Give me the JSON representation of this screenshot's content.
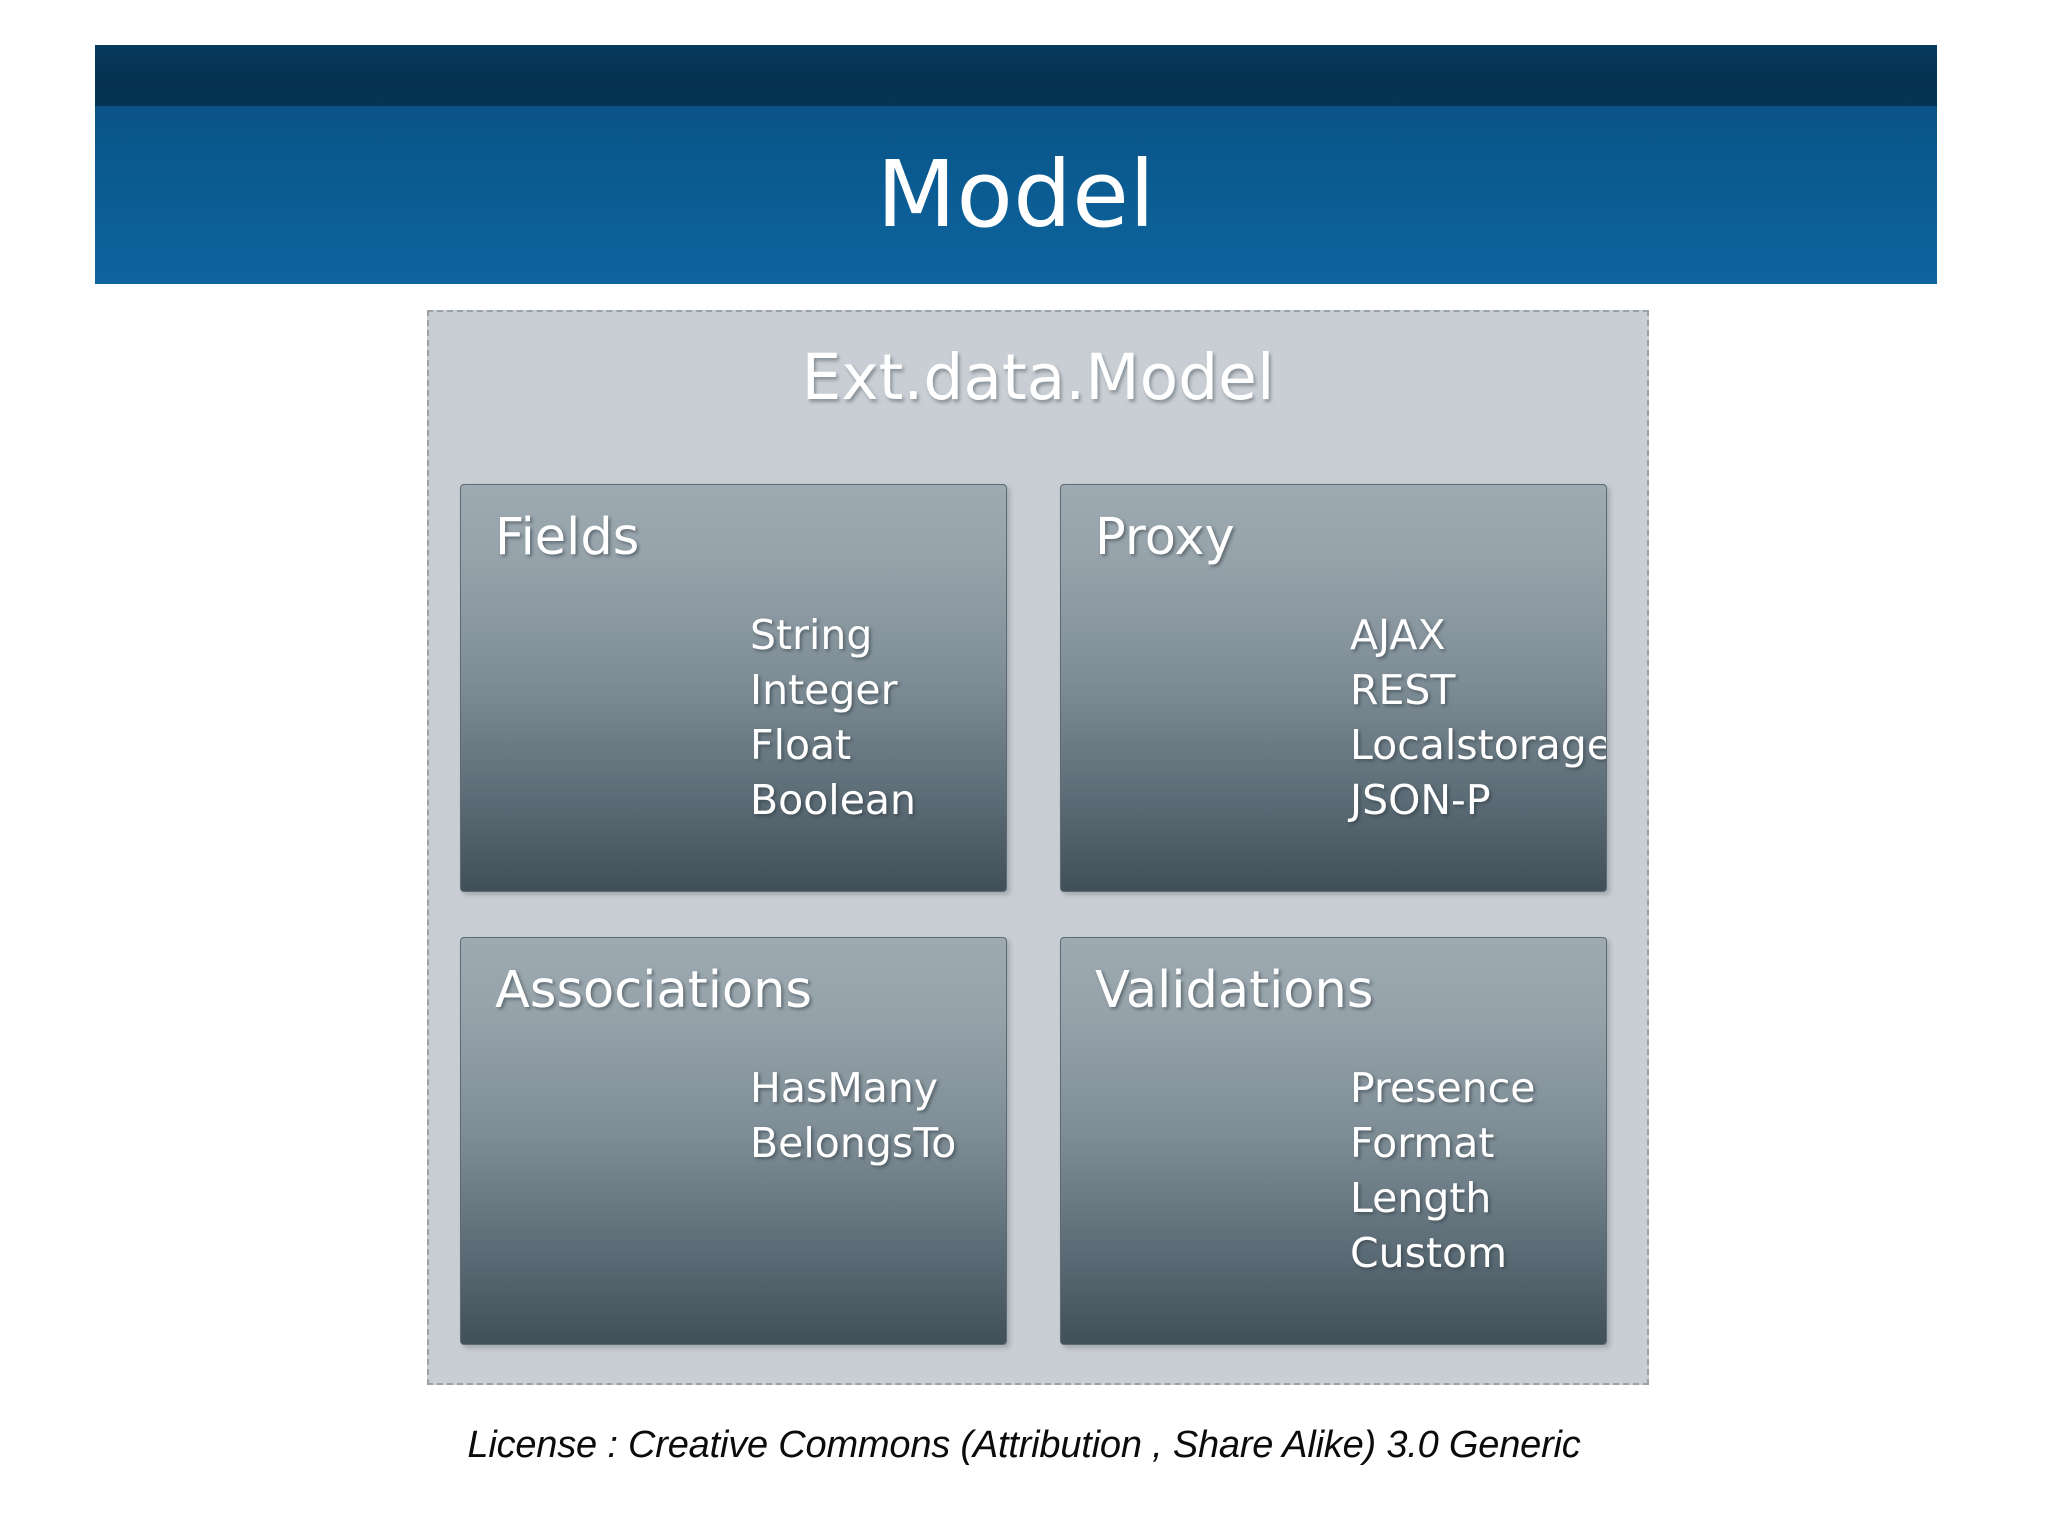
{
  "slide": {
    "title": "Model",
    "license": "License : Creative Commons (Attribution , Share Alike) 3.0 Generic"
  },
  "colors": {
    "header_dark": "#04314f",
    "header_blue": "#0c6199",
    "panel_bg": "#c8ced3",
    "card_top": "#9eaab1",
    "card_bottom": "#414f58",
    "title_text": "#ffffff",
    "license_text": "#0b0b0b"
  },
  "panel": {
    "title": "Ext.data.Model",
    "quadrants": [
      {
        "title": "Fields",
        "items": [
          "String",
          "Integer",
          "Float",
          "Boolean"
        ]
      },
      {
        "title": "Proxy",
        "items": [
          "AJAX",
          "REST",
          "Localstorage",
          "JSON-P"
        ]
      },
      {
        "title": "Associations",
        "items": [
          "HasMany",
          "BelongsTo"
        ]
      },
      {
        "title": "Validations",
        "items": [
          "Presence",
          "Format",
          "Length",
          "Custom"
        ]
      }
    ]
  }
}
